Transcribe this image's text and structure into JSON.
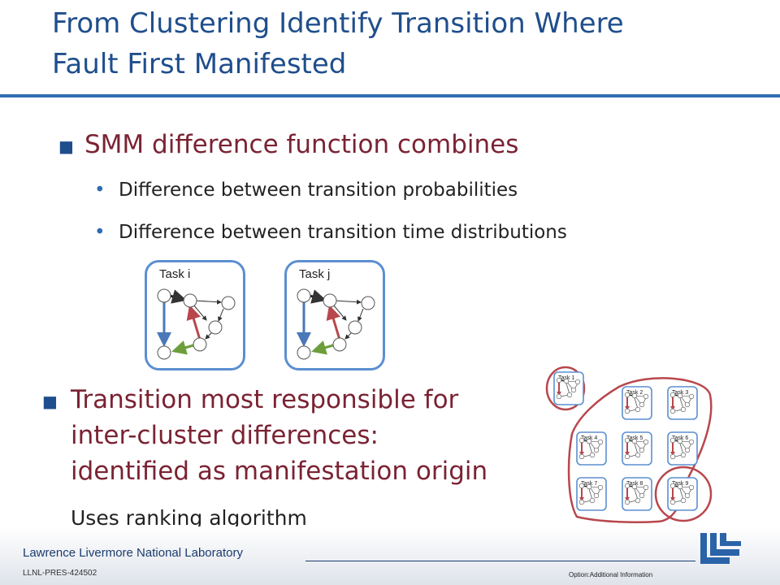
{
  "slide": {
    "title_line1": "From Clustering Identify Transition Where",
    "title_line2": "Fault First Manifested",
    "bullet1": "SMM difference function combines",
    "sub1": "Difference between transition probabilities",
    "sub2": "Difference between transition time distributions",
    "task_i_label": "Task i",
    "task_j_label": "Task j",
    "bullet2_line1": "Transition most responsible for",
    "bullet2_line2": "inter-cluster differences:",
    "bullet2_line3": "identified as manifestation origin",
    "bullet2_line4": "Uses ranking algorithm",
    "grid_tasks": [
      "Task 1",
      "Task 2",
      "Task 3",
      "Task 4",
      "Task 5",
      "Task 6",
      "Task 7",
      "Task 8",
      "Task 9"
    ]
  },
  "footer": {
    "lab_name": "Lawrence Livermore National Laboratory",
    "pres_id": "LLNL-PRES-424502",
    "option": "Option:Additional Information"
  },
  "colors": {
    "title": "#1f4e8c",
    "accent_red": "#7a2333",
    "box_border": "#5b8fd1",
    "cluster_red": "#b8474d"
  }
}
